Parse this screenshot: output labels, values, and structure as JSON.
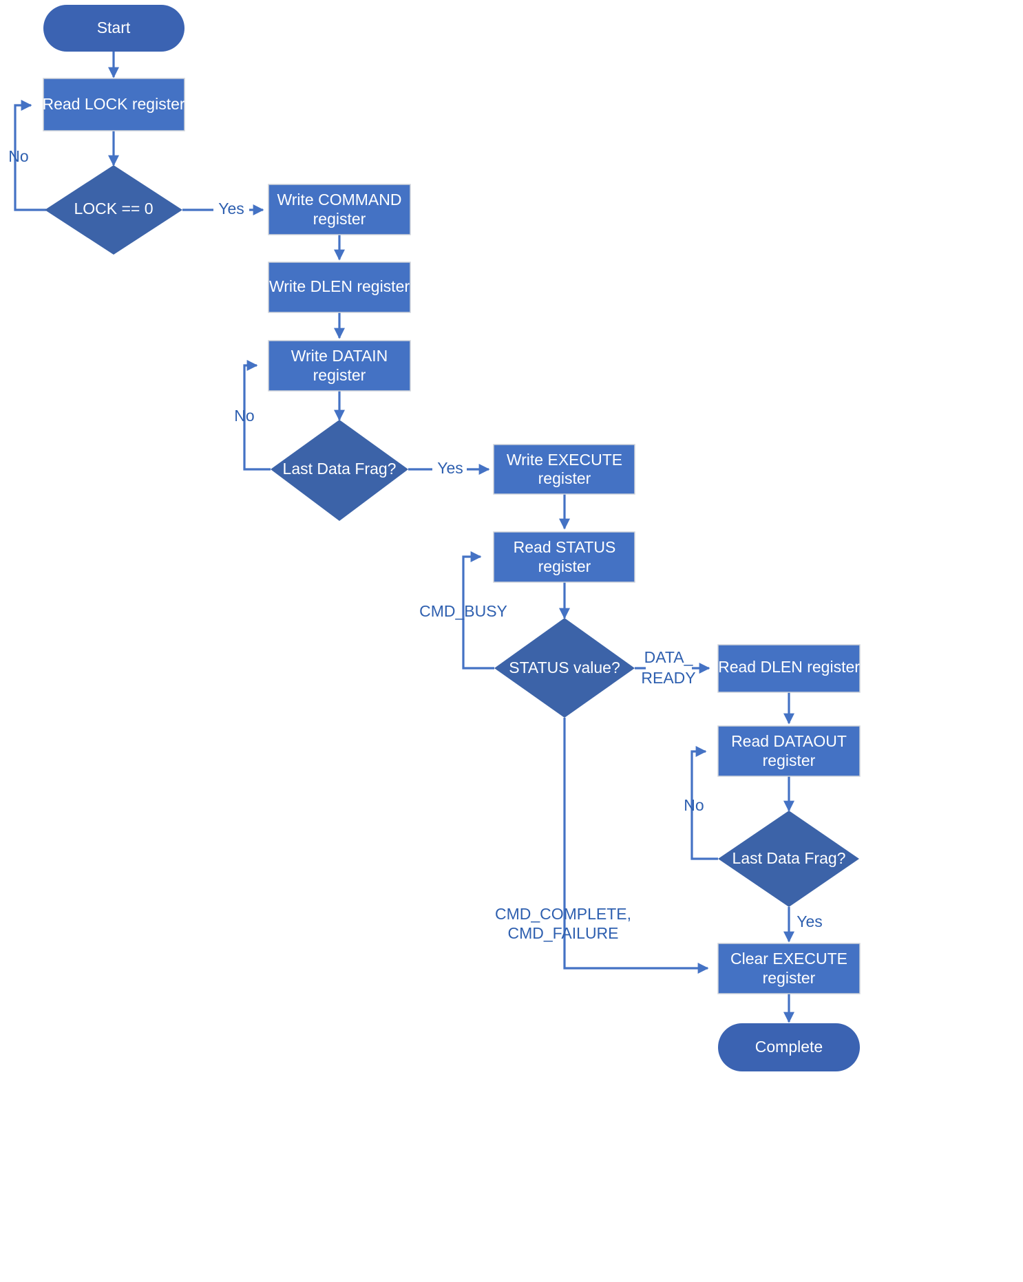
{
  "diagram": {
    "title": "Register access command flowchart",
    "colors": {
      "process_fill": "#4472C4",
      "decision_fill": "#3C63A8",
      "terminator_fill": "#3B63B2",
      "edge": "#4472C4",
      "edge_label_text": "#2E5FAF",
      "node_text": "#FFFFFF",
      "background": "#FFFFFF"
    },
    "nodes": [
      {
        "id": "start",
        "type": "terminator",
        "label": "Start"
      },
      {
        "id": "read_lock",
        "type": "process",
        "label": "Read LOCK register"
      },
      {
        "id": "lock_eq_0",
        "type": "decision",
        "label": "LOCK == 0"
      },
      {
        "id": "write_command",
        "type": "process",
        "label": "Write COMMAND register",
        "line1": "Write COMMAND",
        "line2": "register"
      },
      {
        "id": "write_dlen",
        "type": "process",
        "label": "Write DLEN register"
      },
      {
        "id": "write_datain",
        "type": "process",
        "label": "Write DATAIN register",
        "line1": "Write DATAIN",
        "line2": "register"
      },
      {
        "id": "last_frag_in",
        "type": "decision",
        "label": "Last Data Frag?"
      },
      {
        "id": "write_execute",
        "type": "process",
        "label": "Write EXECUTE register",
        "line1": "Write EXECUTE",
        "line2": "register"
      },
      {
        "id": "read_status",
        "type": "process",
        "label": "Read STATUS register",
        "line1": "Read STATUS",
        "line2": "register"
      },
      {
        "id": "status_value",
        "type": "decision",
        "label": "STATUS value?"
      },
      {
        "id": "read_dlen",
        "type": "process",
        "label": "Read DLEN register"
      },
      {
        "id": "read_dataout",
        "type": "process",
        "label": "Read DATAOUT register",
        "line1": "Read DATAOUT",
        "line2": "register"
      },
      {
        "id": "last_frag_out",
        "type": "decision",
        "label": "Last Data Frag?"
      },
      {
        "id": "clear_execute",
        "type": "process",
        "label": "Clear EXECUTE register",
        "line1": "Clear EXECUTE",
        "line2": "register"
      },
      {
        "id": "complete",
        "type": "terminator",
        "label": "Complete"
      }
    ],
    "edges": [
      {
        "id": "e-start-readlock",
        "from": "start",
        "to": "read_lock",
        "label": ""
      },
      {
        "id": "e-readlock-lock0",
        "from": "read_lock",
        "to": "lock_eq_0",
        "label": ""
      },
      {
        "id": "e-lock0-no",
        "from": "lock_eq_0",
        "to": "read_lock",
        "label": "No"
      },
      {
        "id": "e-lock0-yes",
        "from": "lock_eq_0",
        "to": "write_command",
        "label": "Yes"
      },
      {
        "id": "e-command-dlen",
        "from": "write_command",
        "to": "write_dlen",
        "label": ""
      },
      {
        "id": "e-dlen-datain",
        "from": "write_dlen",
        "to": "write_datain",
        "label": ""
      },
      {
        "id": "e-datain-lastfrag",
        "from": "write_datain",
        "to": "last_frag_in",
        "label": ""
      },
      {
        "id": "e-lastfragin-no",
        "from": "last_frag_in",
        "to": "write_datain",
        "label": "No"
      },
      {
        "id": "e-lastfragin-yes",
        "from": "last_frag_in",
        "to": "write_execute",
        "label": "Yes"
      },
      {
        "id": "e-execute-status",
        "from": "write_execute",
        "to": "read_status",
        "label": ""
      },
      {
        "id": "e-status-statusval",
        "from": "read_status",
        "to": "status_value",
        "label": ""
      },
      {
        "id": "e-statusval-busy",
        "from": "status_value",
        "to": "read_status",
        "label": "CMD_BUSY"
      },
      {
        "id": "e-statusval-ready",
        "from": "status_value",
        "to": "read_dlen",
        "label": "DATA_READY",
        "line1": "DATA_",
        "line2": "READY"
      },
      {
        "id": "e-statusval-done",
        "from": "status_value",
        "to": "clear_execute",
        "label": "CMD_COMPLETE, CMD_FAILURE",
        "line1": "CMD_COMPLETE,",
        "line2": "CMD_FAILURE"
      },
      {
        "id": "e-readdlen-dataout",
        "from": "read_dlen",
        "to": "read_dataout",
        "label": ""
      },
      {
        "id": "e-dataout-lastfragout",
        "from": "read_dataout",
        "to": "last_frag_out",
        "label": ""
      },
      {
        "id": "e-lastfragout-no",
        "from": "last_frag_out",
        "to": "read_dataout",
        "label": "No"
      },
      {
        "id": "e-lastfragout-yes",
        "from": "last_frag_out",
        "to": "clear_execute",
        "label": "Yes"
      },
      {
        "id": "e-clear-complete",
        "from": "clear_execute",
        "to": "complete",
        "label": ""
      }
    ],
    "edge_labels": {
      "lock_no": "No",
      "lock_yes": "Yes",
      "frag_in_no": "No",
      "frag_in_yes": "Yes",
      "cmd_busy": "CMD_BUSY",
      "data_ready_l1": "DATA_",
      "data_ready_l2": "READY",
      "cmd_done_l1": "CMD_COMPLETE,",
      "cmd_done_l2": "CMD_FAILURE",
      "frag_out_no": "No",
      "frag_out_yes": "Yes"
    }
  }
}
